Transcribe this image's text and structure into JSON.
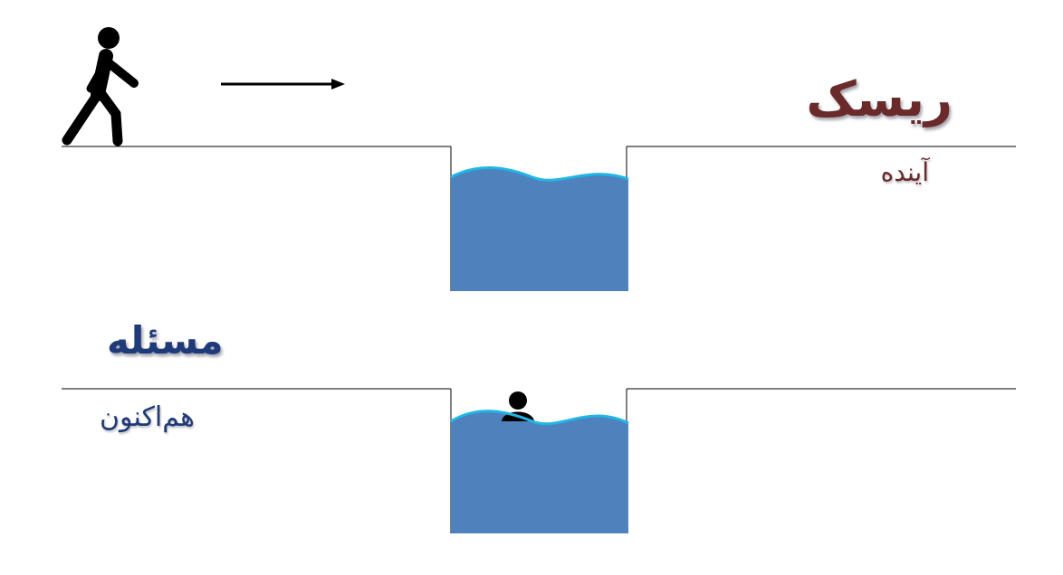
{
  "scenes": {
    "risk": {
      "title": "ریسک",
      "subtitle": "آینده"
    },
    "problem": {
      "title": "مسئله",
      "subtitle": "هم‌اکنون"
    }
  },
  "icons": {
    "walker": "walking-person-icon",
    "arrow": "right-arrow-icon",
    "swimmer": "person-in-water-icon"
  },
  "colors": {
    "water": "#4f81bd",
    "wave": "#1fb6e6",
    "risk_text": "#6b2a2a",
    "problem_text": "#1f3a78",
    "ground": "#000000"
  }
}
